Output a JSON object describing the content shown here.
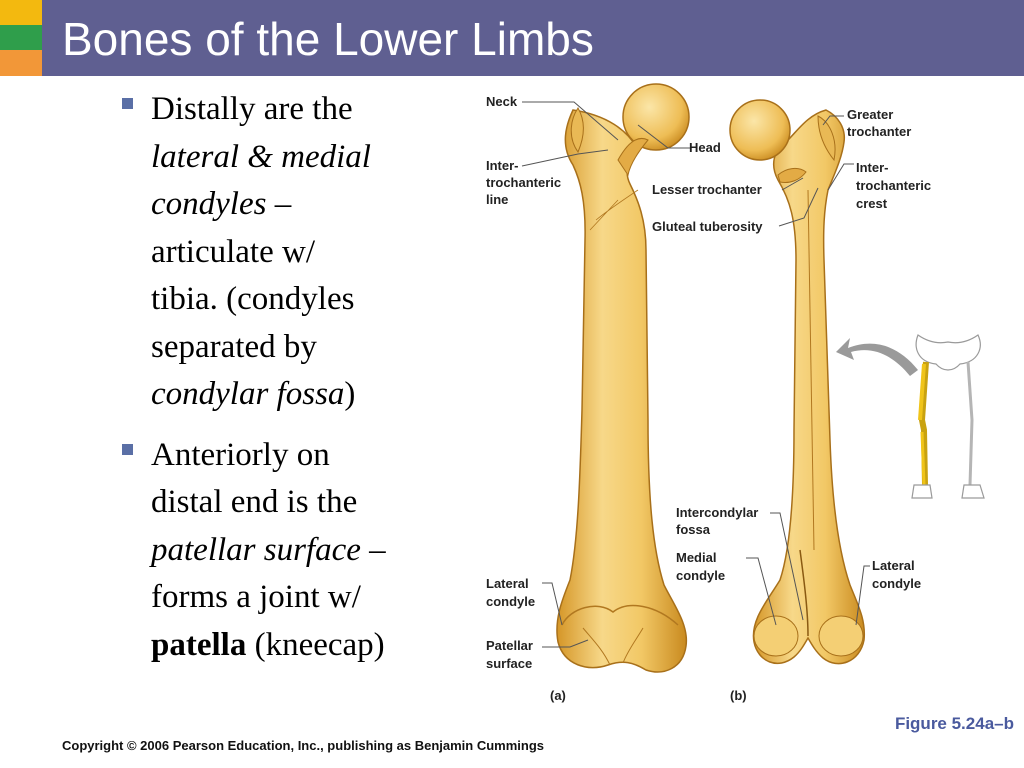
{
  "title": "Bones of the Lower Limbs",
  "bullets": [
    {
      "lines": [
        [
          {
            "t": "Distally are the",
            "s": "n"
          }
        ],
        [
          {
            "t": "lateral & medial",
            "s": "i"
          }
        ],
        [
          {
            "t": "condyles",
            "s": "i"
          },
          {
            "t": " –",
            "s": "n"
          }
        ],
        [
          {
            "t": "articulate w/",
            "s": "n"
          }
        ],
        [
          {
            "t": "tibia. (condyles",
            "s": "n"
          }
        ],
        [
          {
            "t": "separated by",
            "s": "n"
          }
        ],
        [
          {
            "t": "condylar fossa",
            "s": "i"
          },
          {
            "t": ")",
            "s": "n"
          }
        ]
      ]
    },
    {
      "lines": [
        [
          {
            "t": "Anteriorly on",
            "s": "n"
          }
        ],
        [
          {
            "t": "distal end is the",
            "s": "n"
          }
        ],
        [
          {
            "t": "patellar surface",
            "s": "i"
          },
          {
            "t": " –",
            "s": "n"
          }
        ],
        [
          {
            "t": "forms a joint w/",
            "s": "n"
          }
        ],
        [
          {
            "t": "patella",
            "s": "b"
          },
          {
            "t": " (kneecap)",
            "s": "n"
          }
        ]
      ]
    }
  ],
  "figure": {
    "labels": {
      "neck": "Neck",
      "inter_line_1": "Inter-",
      "inter_line_2": "trochanteric",
      "inter_line_3": "line",
      "head": "Head",
      "lesser": "Lesser trochanter",
      "gluteal": "Gluteal tuberosity",
      "greater_1": "Greater",
      "greater_2": "trochanter",
      "crest_1": "Inter-",
      "crest_2": "trochanteric",
      "crest_3": "crest",
      "intercondylar_1": "Intercondylar",
      "intercondylar_2": "fossa",
      "medial_1": "Medial",
      "medial_2": "condyle",
      "lateral_a_1": "Lateral",
      "lateral_a_2": "condyle",
      "patellar_1": "Patellar",
      "patellar_2": "surface",
      "lateral_b_1": "Lateral",
      "lateral_b_2": "condyle",
      "view_a": "(a)",
      "view_b": "(b)"
    },
    "colors": {
      "bone_fill": "#f2c866",
      "bone_shade": "#d99a2c",
      "bone_outline": "#a8701a",
      "leader": "#555555",
      "arrow": "#9a9a9a",
      "skeleton_highlight": "#f0c419"
    }
  },
  "caption": "Figure 5.24a–b",
  "copyright": "Copyright © 2006 Pearson Education, Inc., publishing as Benjamin Cummings"
}
